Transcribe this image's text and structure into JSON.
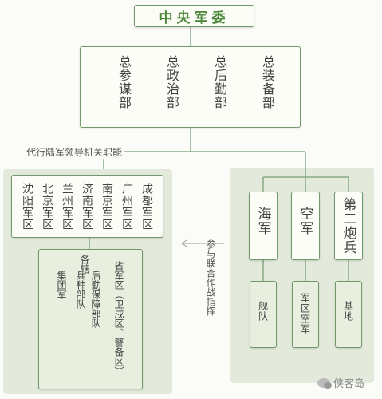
{
  "top": {
    "label": "中央军委"
  },
  "departments": [
    "总参谋部",
    "总政治部",
    "总后勤部",
    "总装备部"
  ],
  "left_caption": "代行陆军领导机关职能",
  "military_regions": [
    "沈阳军区",
    "北京军区",
    "兰州军区",
    "济南军区",
    "南京军区",
    "广州军区",
    "成都军区"
  ],
  "region_sub": {
    "title": "各辖",
    "col_a": "集团军",
    "col_b": "兵种部队",
    "col_c": "后勤保障部队",
    "col_d": "省军区（卫戍区、警备区）"
  },
  "right_caption": "参与联合作战指挥",
  "services": [
    {
      "name": "海军",
      "sub": "舰队"
    },
    {
      "name": "空军",
      "sub": "军区空军"
    },
    {
      "name": "第二炮兵",
      "sub": "基地"
    }
  ],
  "watermark": "侠客岛",
  "colors": {
    "border": "#6f9a6c",
    "panel": "#e3eadb",
    "title": "#4f8a3f"
  }
}
